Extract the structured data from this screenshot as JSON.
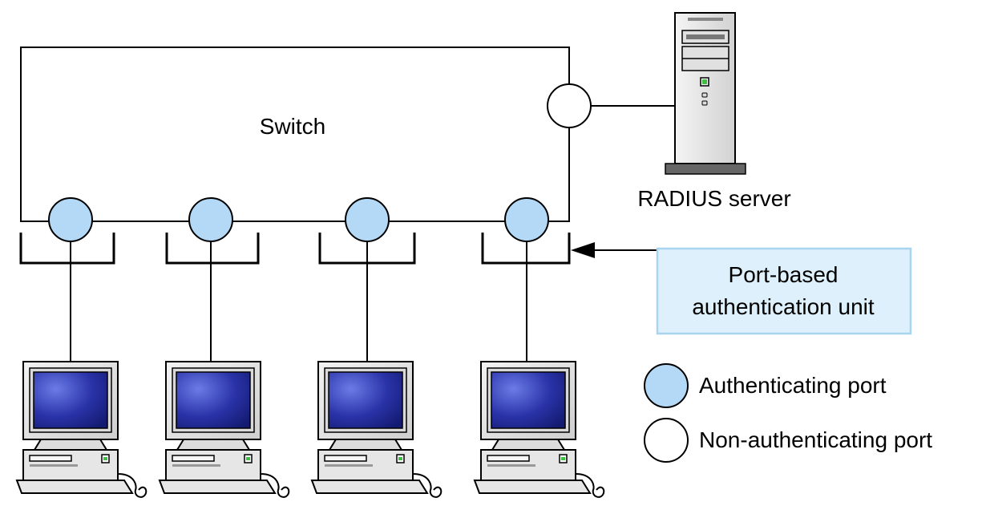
{
  "switch": {
    "label": "Switch"
  },
  "server": {
    "label": "RADIUS server"
  },
  "callout": {
    "line1": "Port-based",
    "line2": "authentication unit"
  },
  "legend": {
    "authenticating": "Authenticating port",
    "non_authenticating": "Non-authenticating port"
  },
  "colors": {
    "authenticating_port": "#b3d9f7",
    "non_authenticating_port": "#ffffff",
    "callout_bg": "#def0fb",
    "callout_border": "#a9d4f0",
    "screen": "#2a33a8",
    "computer_body": "#e6e6e6"
  },
  "icons": {
    "server": "server-tower-icon",
    "computer": "desktop-computer-icon"
  }
}
